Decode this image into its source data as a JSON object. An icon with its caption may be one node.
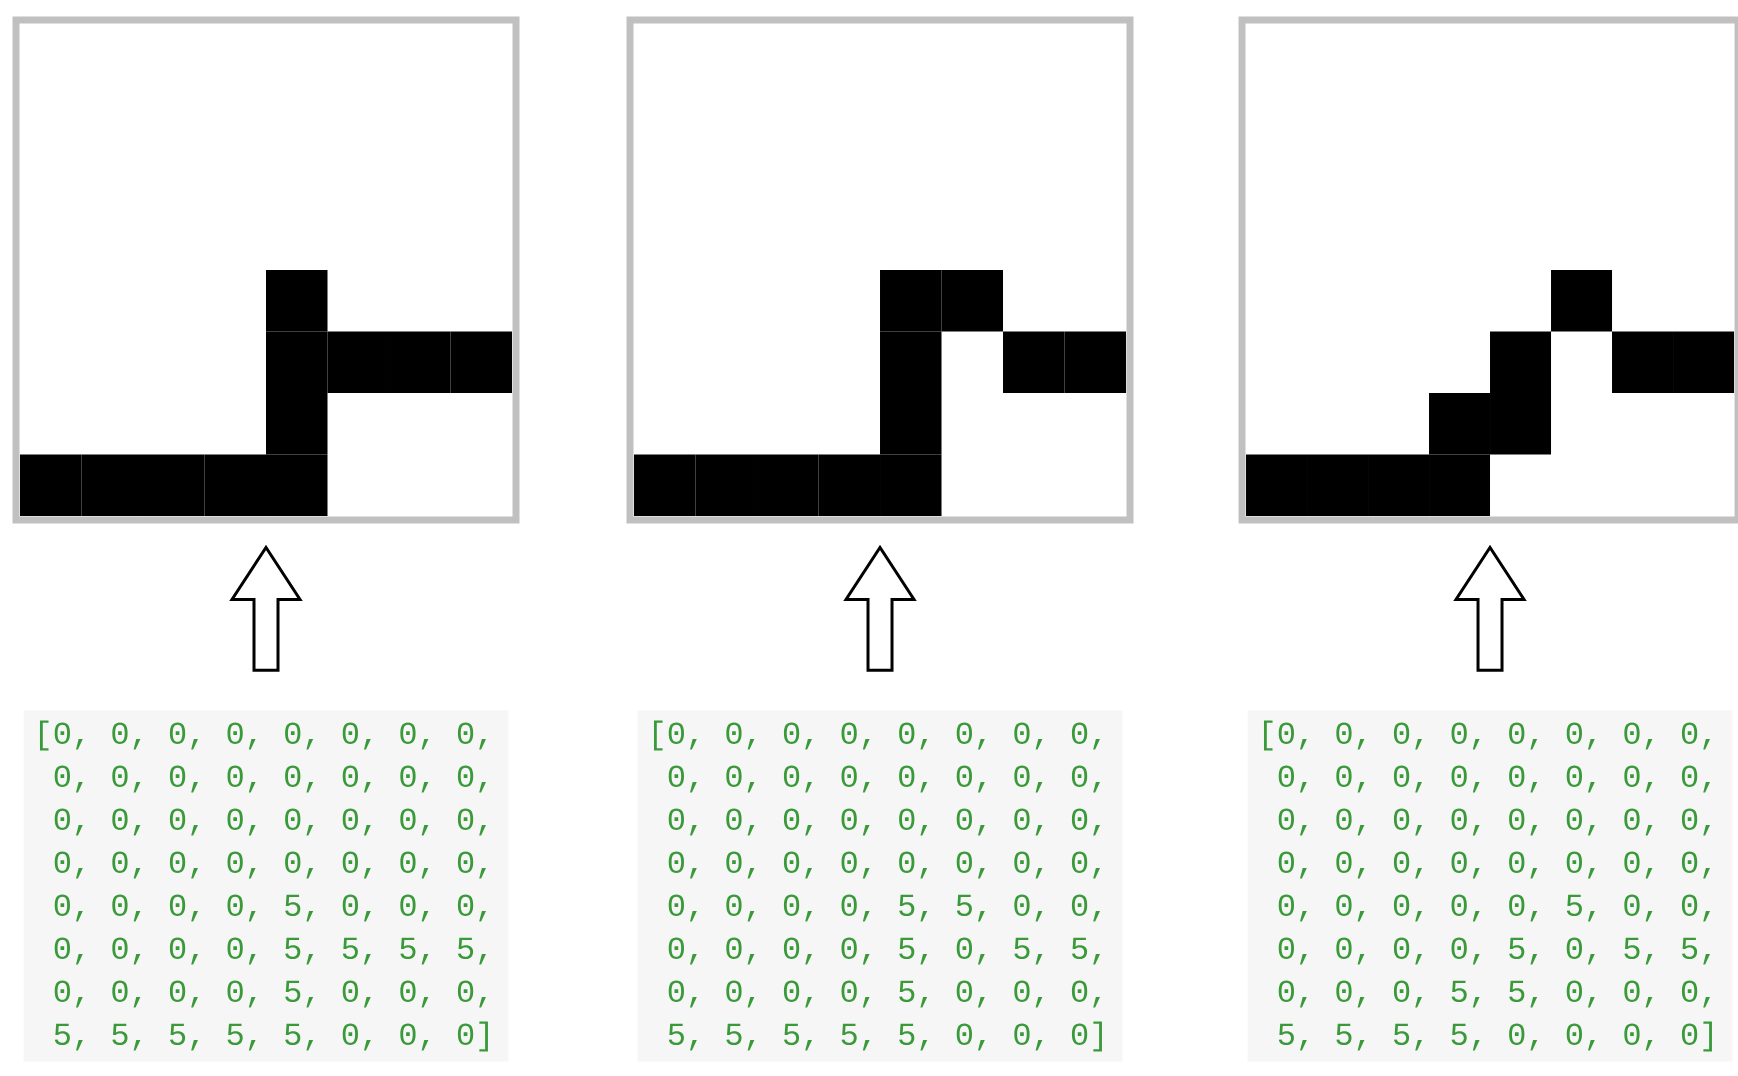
{
  "diagram": {
    "nodes": [
      {
        "text": [],
        "shape": "box"
      },
      {
        "text": [],
        "shape": "box"
      },
      {
        "text": [],
        "shape": "box"
      },
      {
        "text": [
          "[0, 0, 0, 0, 0, 0, 0, 0, 0, 0, 0, 0, 0, 0, 0, 0, 0, 0, 0, 0, 0, 0, 0, 0, 0, 0, 0, 0, 0, 0, 0, 0, 0, 0, 0, 0, 5, 0, 0, 0, 0, 0, 0, 0, 5, 5, 5, 5, 0, 0, 0, 0, 5, 0, 0, 0, 5, 5, 5, 5, 5, 0, 0, 0]"
        ]
      },
      {
        "text": [
          "[0, 0, 0, 0, 0, 0, 0, 0, 0, 0, 0, 0, 0, 0, 0, 0, 0, 0, 0, 0, 0, 0, 0, 0, 0, 0, 0, 0, 0, 0, 0, 0, 0, 0, 0, 0, 5, 5, 0, 0, 0, 0, 0, 0, 5, 0, 5, 5, 0, 0, 0, 0, 5, 0, 0, 0, 5, 5, 5, 5, 5, 0, 0, 0]"
        ]
      },
      {
        "text": [
          "[0, 0, 0, 0, 0, 0, 0, 0, 0, 0, 0, 0, 0, 0, 0, 0, 0, 0, 0, 0, 0, 0, 0, 0, 0, 0, 0, 0, 0, 0, 0, 0, 0, 0, 0, 0, 0, 5, 0, 0, 0, 0, 0, 0, 5, 0, 5, 5, 0, 0, 0, 5, 5, 0, 0, 0, 5, 5, 5, 5, 0, 0, 0, 0]"
        ]
      }
    ],
    "edges": [
      {
        "from": 3,
        "to": 0,
        "arrow": "to"
      },
      {
        "from": 4,
        "to": 1,
        "arrow": "to"
      },
      {
        "from": 5,
        "to": 2,
        "arrow": "to"
      }
    ]
  }
}
